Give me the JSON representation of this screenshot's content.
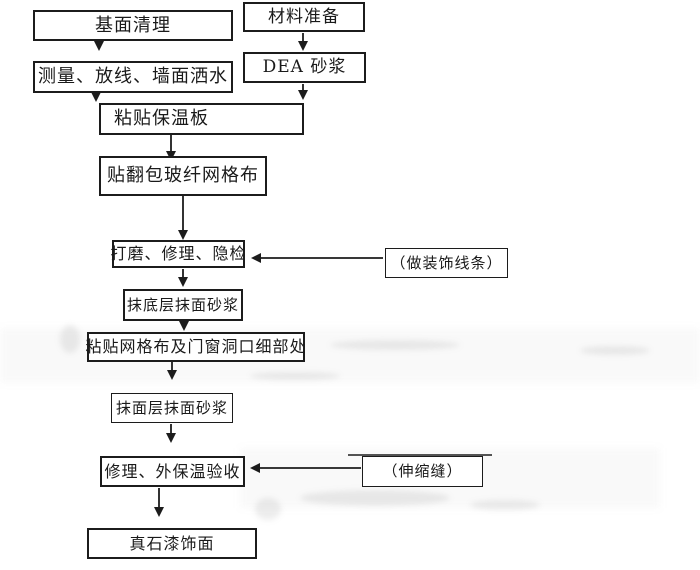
{
  "flowchart": {
    "nodes": [
      {
        "id": "base-surface-cleaning",
        "label": "基面清理"
      },
      {
        "id": "material-preparation",
        "label": "材料准备"
      },
      {
        "id": "measure-setline-spray",
        "label": "测量、放线、墙面洒水"
      },
      {
        "id": "dea-mortar",
        "label": "DEA 砂浆"
      },
      {
        "id": "paste-insulation-board",
        "label": "粘贴保温板"
      },
      {
        "id": "wrap-fiberglass-mesh",
        "label": "贴翻包玻纤网格布"
      },
      {
        "id": "grind-repair-inspect",
        "label": "打磨、修理、隐检"
      },
      {
        "id": "decorative-moulding",
        "label": "（做装饰线条）"
      },
      {
        "id": "base-coat-mortar",
        "label": "抹底层抹面砂浆"
      },
      {
        "id": "mesh-and-opening-details",
        "label": "粘贴网格布及门窗洞口细部处"
      },
      {
        "id": "finish-coat-mortar",
        "label": "抹面层抹面砂浆"
      },
      {
        "id": "repair-insulation-accept",
        "label": "修理、外保温验收"
      },
      {
        "id": "expansion-joint",
        "label": "（伸缩缝）"
      },
      {
        "id": "real-stone-paint-finish",
        "label": "真石漆饰面"
      }
    ],
    "edges": [
      {
        "from": "base-surface-cleaning",
        "to": "measure-setline-spray"
      },
      {
        "from": "material-preparation",
        "to": "dea-mortar"
      },
      {
        "from": "measure-setline-spray",
        "to": "paste-insulation-board"
      },
      {
        "from": "dea-mortar",
        "to": "paste-insulation-board"
      },
      {
        "from": "paste-insulation-board",
        "to": "wrap-fiberglass-mesh"
      },
      {
        "from": "wrap-fiberglass-mesh",
        "to": "grind-repair-inspect"
      },
      {
        "from": "decorative-moulding",
        "to": "grind-repair-inspect"
      },
      {
        "from": "grind-repair-inspect",
        "to": "base-coat-mortar"
      },
      {
        "from": "base-coat-mortar",
        "to": "mesh-and-opening-details"
      },
      {
        "from": "mesh-and-opening-details",
        "to": "finish-coat-mortar"
      },
      {
        "from": "finish-coat-mortar",
        "to": "repair-insulation-accept"
      },
      {
        "from": "expansion-joint",
        "to": "repair-insulation-accept"
      },
      {
        "from": "repair-insulation-accept",
        "to": "real-stone-paint-finish"
      }
    ],
    "colors": {
      "line": "#1c1c1c",
      "text": "#1a1a1a",
      "background": "#ffffff"
    }
  }
}
